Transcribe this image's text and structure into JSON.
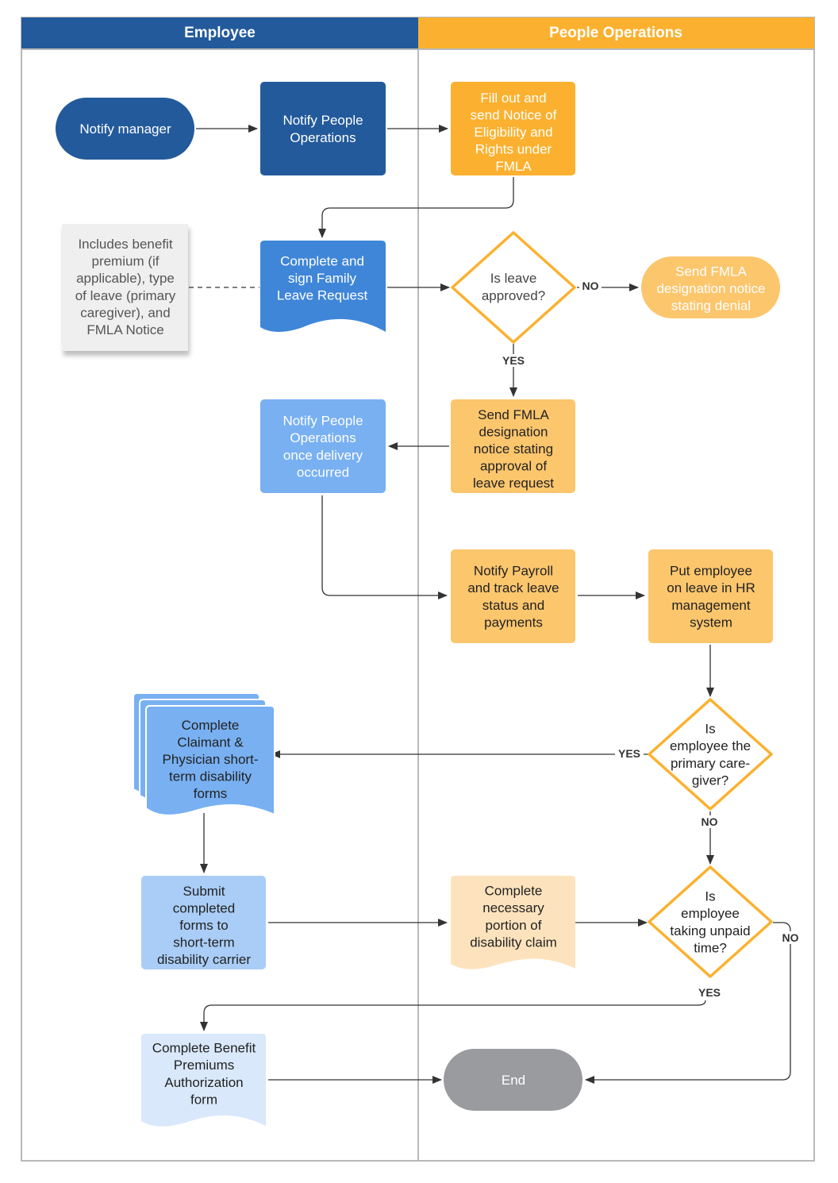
{
  "colors": {
    "employee_dark": "#235a9b",
    "employee_mid": "#3f86d8",
    "employee_light": "#78b0f2",
    "employee_pale": "#a9cdf6",
    "employee_faint": "#d9e8fb",
    "ops_dark": "#fbb12f",
    "ops_mid": "#fcc66d",
    "ops_light": "#fde3bd",
    "end_gray": "#9a9b9e",
    "note_gray": "#efefef",
    "line": "#333333"
  },
  "lanes": {
    "employee": "Employee",
    "people_ops": "People Operations"
  },
  "nodes": {
    "notify_manager": [
      "Notify manager"
    ],
    "notify_people_ops": [
      "Notify People",
      "Operations"
    ],
    "fill_notice": [
      "Fill out and",
      "send Notice of",
      "Eligibility and",
      "Rights under",
      "FMLA"
    ],
    "includes_note": [
      "Includes benefit",
      "premium (if",
      "applicable), type",
      "of leave (primary",
      "caregiver), and",
      "FMLA Notice"
    ],
    "complete_sign": [
      "Complete and",
      "sign Family",
      "Leave Request"
    ],
    "leave_approved": [
      "Is leave",
      "approved?"
    ],
    "send_denial": [
      "Send FMLA",
      "designation notice",
      "stating denial"
    ],
    "notify_delivery": [
      "Notify People",
      "Operations",
      "once delivery",
      "occurred"
    ],
    "send_approval": [
      "Send FMLA",
      "designation",
      "notice stating",
      "approval of",
      "leave request"
    ],
    "notify_payroll": [
      "Notify Payroll",
      "and track leave",
      "status and",
      "payments"
    ],
    "put_employee": [
      "Put employee",
      "on leave in HR",
      "management",
      "system"
    ],
    "primary_caregiver": [
      "Is",
      "employee the",
      "primary care-",
      "giver?"
    ],
    "claimant_forms": [
      "Complete",
      "Claimant &",
      "Physician short-",
      "term disability",
      "forms"
    ],
    "submit_forms": [
      "Submit",
      "completed",
      "forms to",
      "short-term",
      "disability carrier"
    ],
    "complete_portion": [
      "Complete",
      "necessary",
      "portion of",
      "disability claim"
    ],
    "unpaid_time": [
      "Is",
      "employee",
      "taking unpaid",
      "time?"
    ],
    "benefit_premiums": [
      "Complete Benefit",
      "Premiums",
      "Authorization",
      "form"
    ],
    "end": [
      "End"
    ]
  },
  "edge_labels": {
    "approved_no": "NO",
    "approved_yes": "YES",
    "caregiver_yes": "YES",
    "caregiver_no": "NO",
    "unpaid_no": "NO",
    "unpaid_yes": "YES"
  }
}
